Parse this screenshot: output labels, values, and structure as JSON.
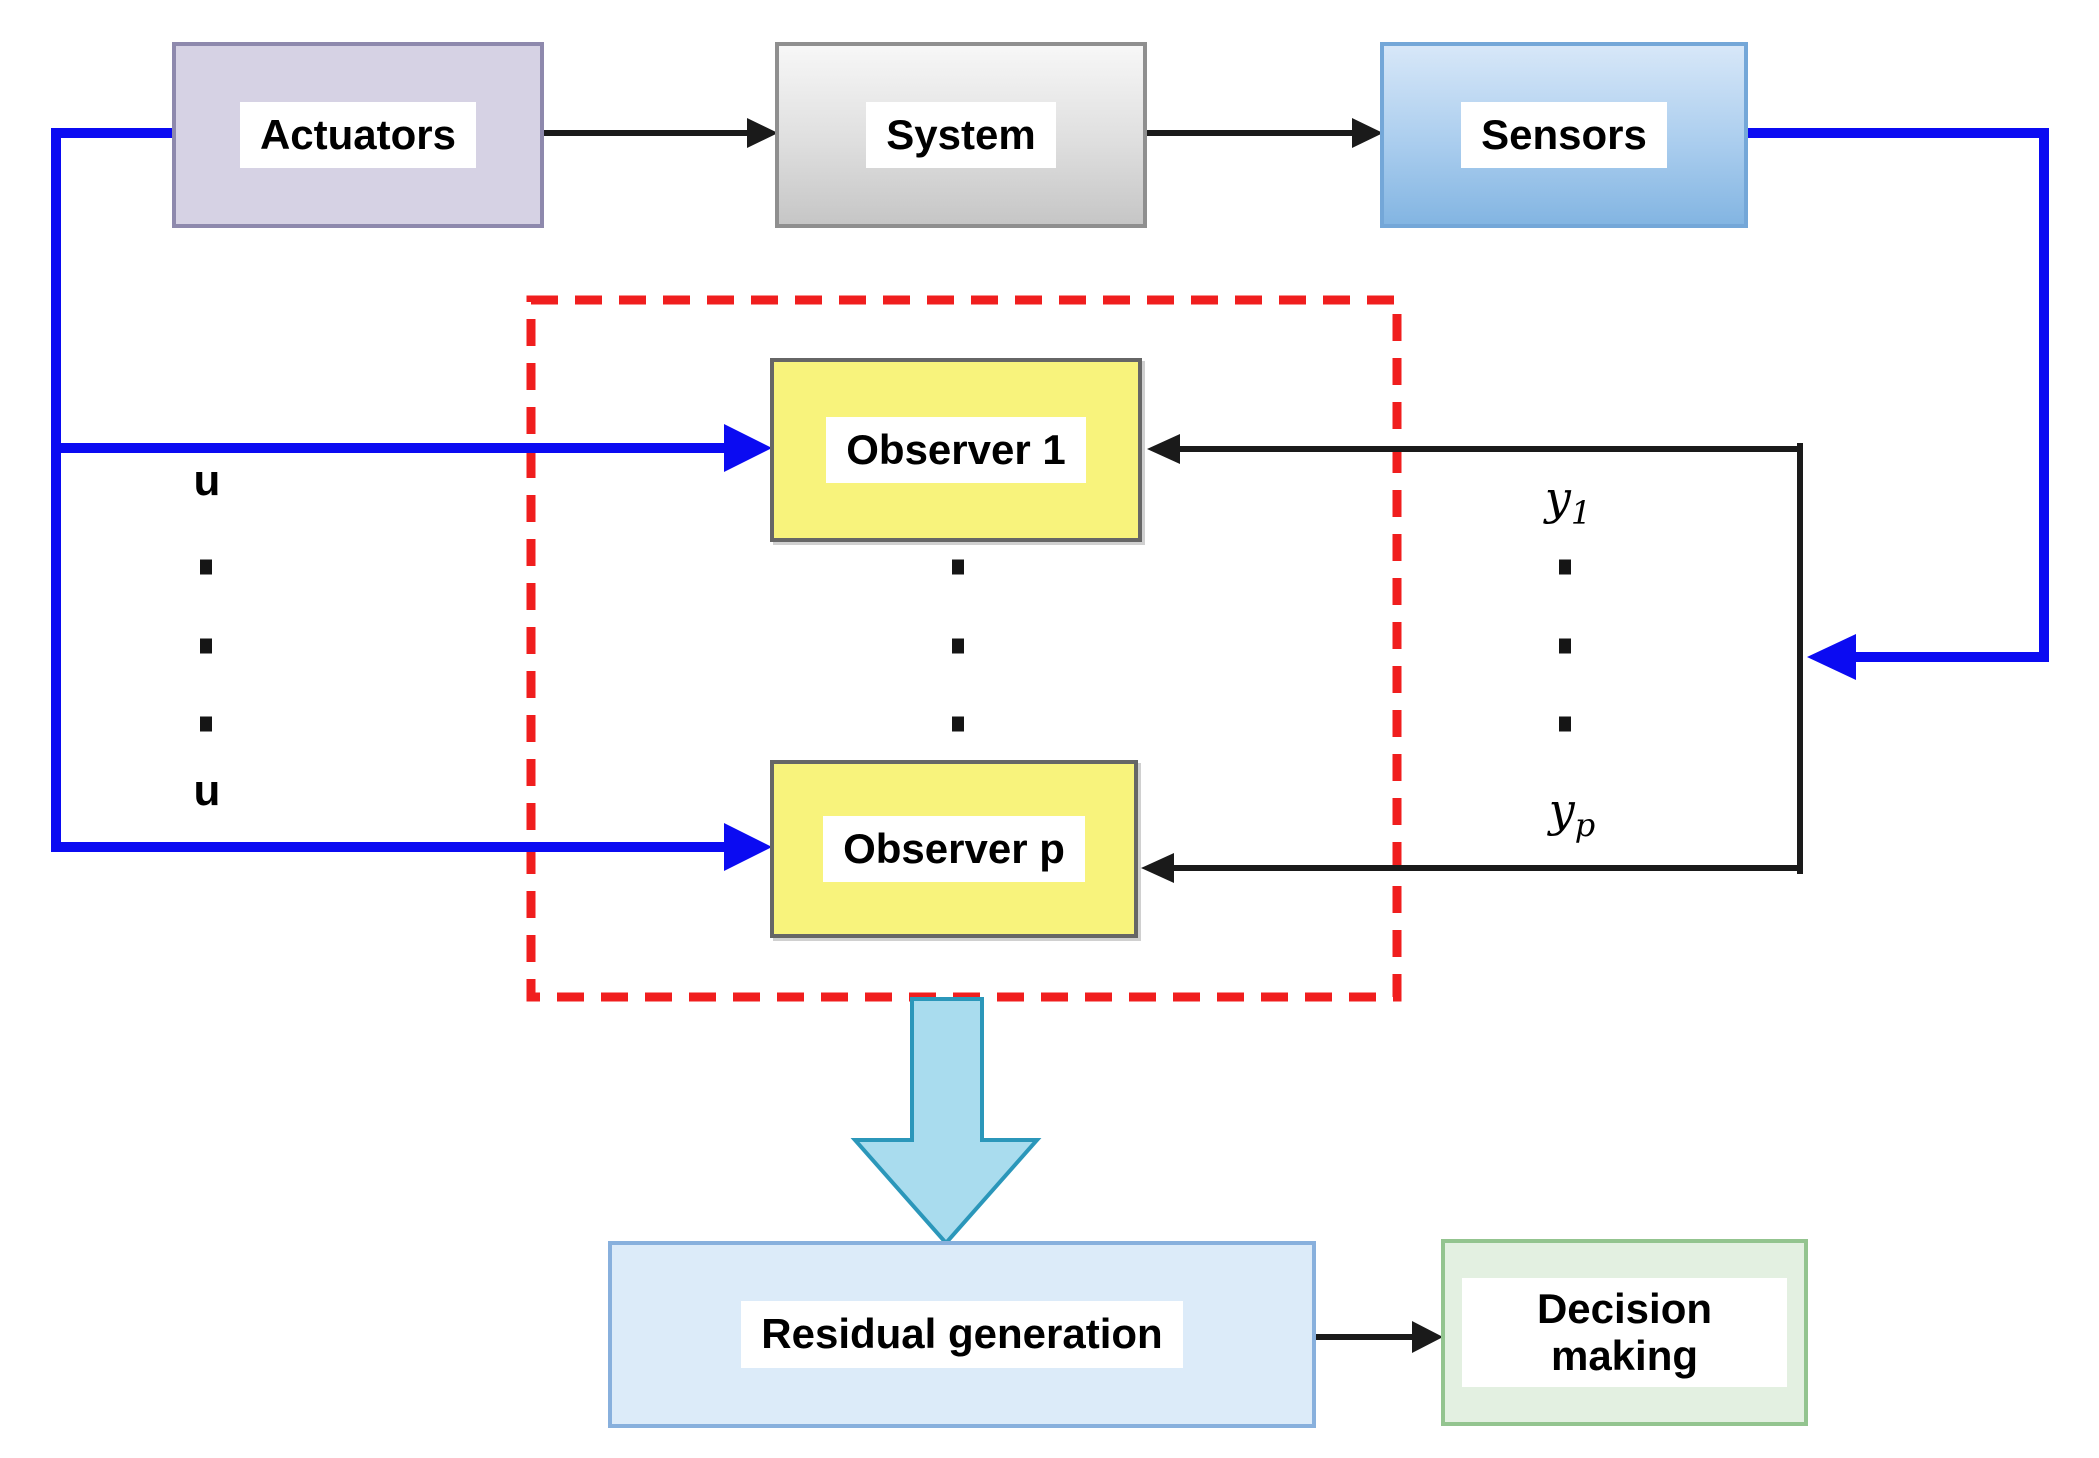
{
  "blocks": {
    "actuators": {
      "label": "Actuators",
      "fill": "#d6d2e4",
      "border": "#8e89ad"
    },
    "system": {
      "label": "System",
      "fill_top": "#f7f7f7",
      "fill_bottom": "#c6c6c6",
      "border": "#8f8f8f"
    },
    "sensors": {
      "label": "Sensors",
      "fill_top": "#d7e7f8",
      "fill_bottom": "#83b5e2",
      "border": "#74a7d8"
    },
    "observer_1": {
      "label": "Observer 1",
      "fill": "#f8f37c",
      "border": "#666666"
    },
    "observer_p": {
      "label": "Observer p",
      "fill": "#f8f37c",
      "border": "#666666"
    },
    "residual_generation": {
      "label": "Residual generation",
      "fill": "#dcebf9",
      "border": "#88b0dd"
    },
    "decision_making": {
      "line1": "Decision",
      "line2": "making",
      "fill": "#e3f0e1",
      "border": "#93c48f"
    }
  },
  "signals": {
    "u_top": "u",
    "u_bottom": "u",
    "y_top": {
      "base": "y",
      "sub": "1"
    },
    "y_bottom": {
      "base": "y",
      "sub": "p"
    }
  },
  "connectors": {
    "control_line_color": "#0b0bf2",
    "measurement_line_color": "#1a1a1a",
    "observer_bank_outline_color": "#f01e1e",
    "residual_arrow_fill": "#a9dcee",
    "residual_arrow_stroke": "#2b97ba"
  },
  "ellipses": {
    "columns": 3,
    "dots_per_column": 3
  }
}
